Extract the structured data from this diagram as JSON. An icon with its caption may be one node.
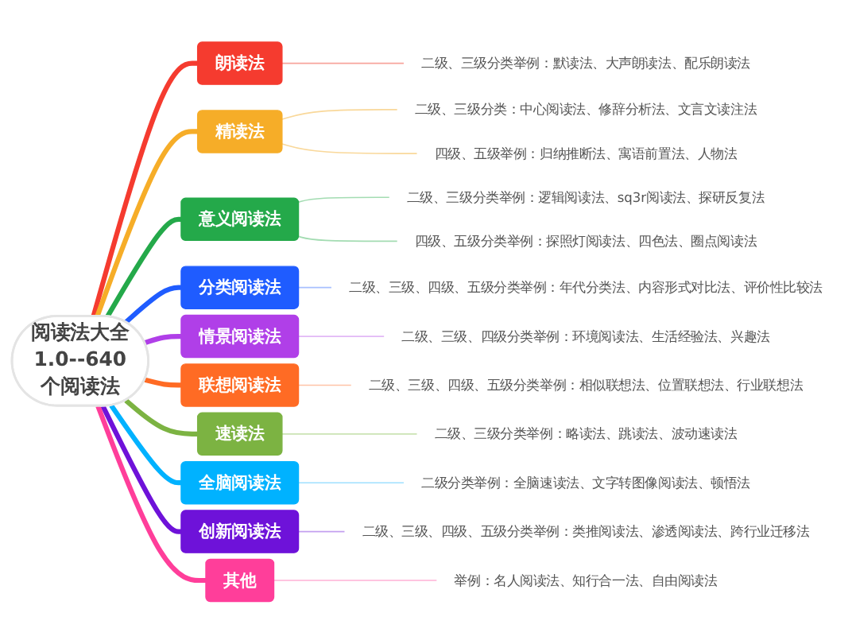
{
  "diagram": {
    "nodes": [
      {
        "text": [
          "阅读法大全1.0--640个阅读法"
        ]
      },
      {
        "text": [
          "朗读法"
        ]
      },
      {
        "text": [
          "二级、三级分类举例：默读法、大声朗读法、配乐朗读法"
        ]
      },
      {
        "text": [
          "精读法"
        ]
      },
      {
        "text": [
          "二级、三级分类：中心阅读法、修辞分析法、文言文读注法"
        ]
      },
      {
        "text": [
          "四级、五级举例：归纳推断法、寓语前置法、人物法"
        ]
      },
      {
        "text": [
          "意义阅读法"
        ]
      },
      {
        "text": [
          "二级、三级分类举例：逻辑阅读法、sq3r阅读法、探研反复法"
        ]
      },
      {
        "text": [
          "四级、五级分类举例：探照灯阅读法、四色法、圈点阅读法"
        ]
      },
      {
        "text": [
          "分类阅读法"
        ]
      },
      {
        "text": [
          "二级、三级、四级、五级分类举例：年代分类法、内容形式对比法、评价性比较法"
        ]
      },
      {
        "text": [
          "情景阅读法"
        ]
      },
      {
        "text": [
          "二级、三级、四级分类举例：环境阅读法、生活经验法、兴趣法"
        ]
      },
      {
        "text": [
          "联想阅读法"
        ]
      },
      {
        "text": [
          "二级、三级、四级、五级分类举例：相似联想法、位置联想法、行业联想法"
        ]
      },
      {
        "text": [
          "速读法"
        ]
      },
      {
        "text": [
          "二级、三级分类举例：略读法、跳读法、波动速读法"
        ]
      },
      {
        "text": [
          "全脑阅读法"
        ]
      },
      {
        "text": [
          "二级分类举例：全脑速读法、文字转图像阅读法、顿悟法"
        ]
      },
      {
        "text": [
          "创新阅读法"
        ]
      },
      {
        "text": [
          "二级、三级、四级、五级分类举例：类推阅读法、渗透阅读法、跨行业迁移法"
        ]
      },
      {
        "text": [
          "其他"
        ]
      },
      {
        "text": [
          "举例：名人阅读法、知行合一法、自由阅读法"
        ]
      }
    ],
    "edges": [
      {
        "from": 0,
        "to": 1,
        "arrow": "none",
        "style": "thick",
        "color": "#f53b2f"
      },
      {
        "from": 1,
        "to": 2,
        "arrow": "none",
        "color": "#f7a49c"
      },
      {
        "from": 0,
        "to": 3,
        "arrow": "none",
        "style": "thick",
        "color": "#f6ad28"
      },
      {
        "from": 3,
        "to": 4,
        "arrow": "none",
        "color": "#f9d89a"
      },
      {
        "from": 3,
        "to": 5,
        "arrow": "none",
        "color": "#f9d89a"
      },
      {
        "from": 0,
        "to": 6,
        "arrow": "none",
        "style": "thick",
        "color": "#24a94a"
      },
      {
        "from": 6,
        "to": 7,
        "arrow": "none",
        "color": "#a3dcb2"
      },
      {
        "from": 6,
        "to": 8,
        "arrow": "none",
        "color": "#a3dcb2"
      },
      {
        "from": 0,
        "to": 9,
        "arrow": "none",
        "style": "thick",
        "color": "#1f5cff"
      },
      {
        "from": 9,
        "to": 10,
        "arrow": "none",
        "color": "#a8c0ff"
      },
      {
        "from": 0,
        "to": 11,
        "arrow": "none",
        "style": "thick",
        "color": "#b03fe8"
      },
      {
        "from": 11,
        "to": 12,
        "arrow": "none",
        "color": "#e2b8f6"
      },
      {
        "from": 0,
        "to": 13,
        "arrow": "none",
        "style": "thick",
        "color": "#ff6b24"
      },
      {
        "from": 13,
        "to": 14,
        "arrow": "none",
        "color": "#ffc3a6"
      },
      {
        "from": 0,
        "to": 15,
        "arrow": "none",
        "style": "thick",
        "color": "#7cb342"
      },
      {
        "from": 15,
        "to": 16,
        "arrow": "none",
        "color": "#cbe3b3"
      },
      {
        "from": 0,
        "to": 17,
        "arrow": "none",
        "style": "thick",
        "color": "#00b2ff"
      },
      {
        "from": 17,
        "to": 18,
        "arrow": "none",
        "color": "#9fe0ff"
      },
      {
        "from": 0,
        "to": 19,
        "arrow": "none",
        "style": "thick",
        "color": "#6e12d9"
      },
      {
        "from": 19,
        "to": 20,
        "arrow": "none",
        "color": "#c3a0f0"
      },
      {
        "from": 0,
        "to": 21,
        "arrow": "none",
        "style": "thick",
        "color": "#ff3e9a"
      },
      {
        "from": 21,
        "to": 22,
        "arrow": "none",
        "color": "#ffb0d6"
      }
    ]
  }
}
